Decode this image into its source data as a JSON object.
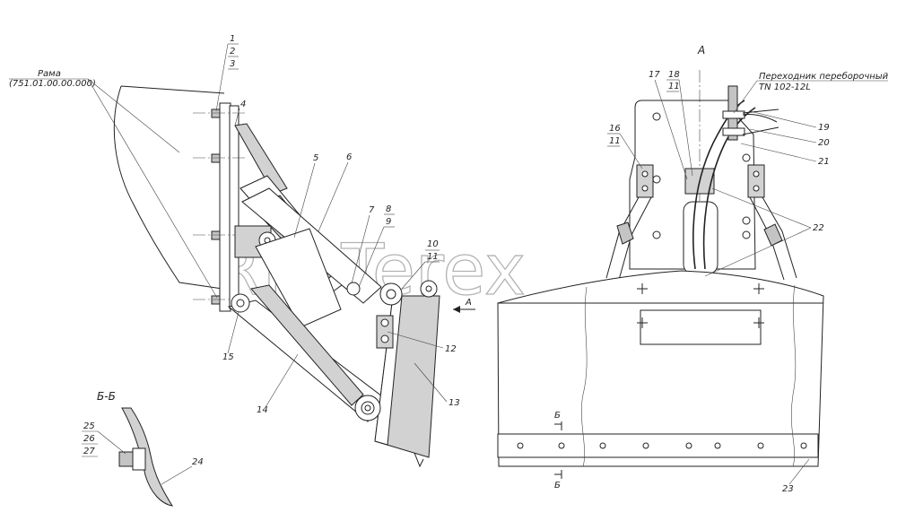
{
  "watermark": "RM-Terex",
  "frame_label": {
    "name": "Рама",
    "code": "(751.01.00.00.000)"
  },
  "view_a": {
    "title": "А",
    "adapter_line1": "Переходник переборочный",
    "adapter_line2": "TN 102-12L"
  },
  "section_bb": {
    "title": "Б-Б",
    "mark": "Б"
  },
  "view_arrow_mark": "А",
  "callouts": {
    "c1": "1",
    "c2": "2",
    "c3": "3",
    "c4": "4",
    "c5": "5",
    "c6": "6",
    "c7": "7",
    "c8": "8",
    "c9": "9",
    "c10": "10",
    "c11a": "11",
    "c12": "12",
    "c13": "13",
    "c14": "14",
    "c15": "15",
    "c16": "16",
    "c11b": "11",
    "c17": "17",
    "c18": "18",
    "c11c": "11",
    "c19": "19",
    "c20": "20",
    "c21": "21",
    "c22": "22",
    "c23": "23",
    "c24": "24",
    "c25": "25",
    "c26": "26",
    "c27": "27"
  }
}
